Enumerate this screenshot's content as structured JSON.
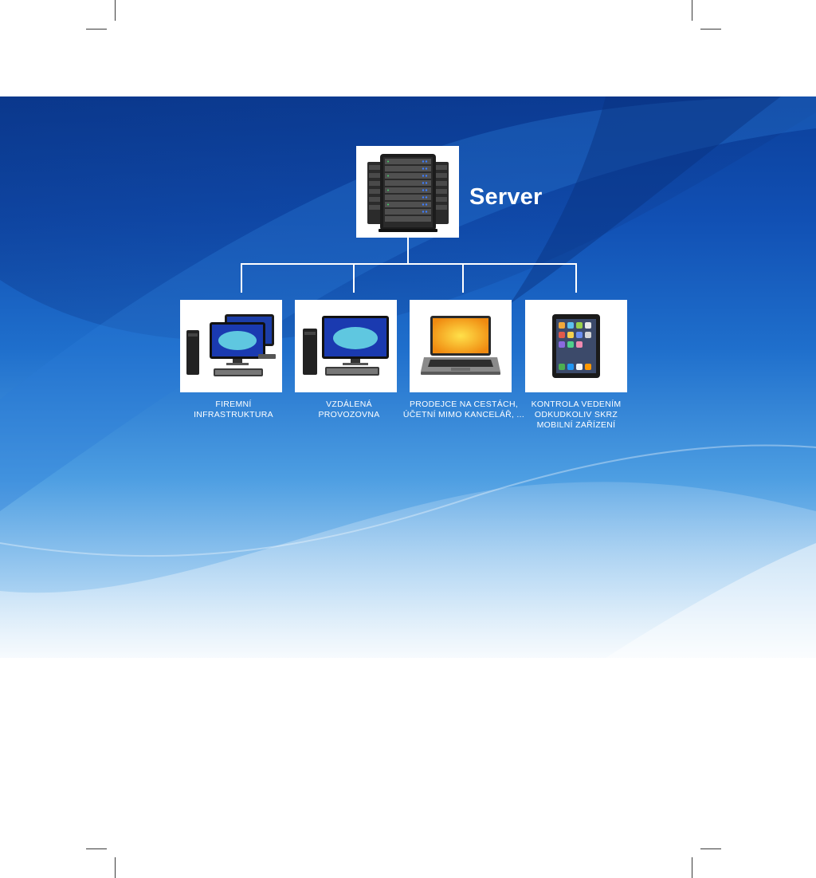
{
  "server": {
    "label": "Server",
    "icon": "server-rack-icon"
  },
  "devices": [
    {
      "icon": "desktop-computers-icon",
      "caption_lines": [
        "FIREMNÍ",
        "INFRASTRUKTURA"
      ]
    },
    {
      "icon": "desktop-computer-icon",
      "caption_lines": [
        "VZDÁLENÁ",
        "PROVOZOVNA"
      ]
    },
    {
      "icon": "laptop-icon",
      "caption_lines": [
        "PRODEJCE NA CESTÁCH,",
        "ÚČETNÍ MIMO KANCELÁŘ, ..."
      ]
    },
    {
      "icon": "tablet-icon",
      "caption_lines": [
        "KONTROLA VEDENÍM",
        "ODKUDKOLIV SKRZ",
        "MOBILNÍ ZAŘÍZENÍ"
      ]
    }
  ],
  "colors": {
    "panel_top": "#0b3f9a",
    "panel_bottom": "#eef6fc",
    "connector": "#ffffff",
    "caption_text": "#ffffff"
  }
}
